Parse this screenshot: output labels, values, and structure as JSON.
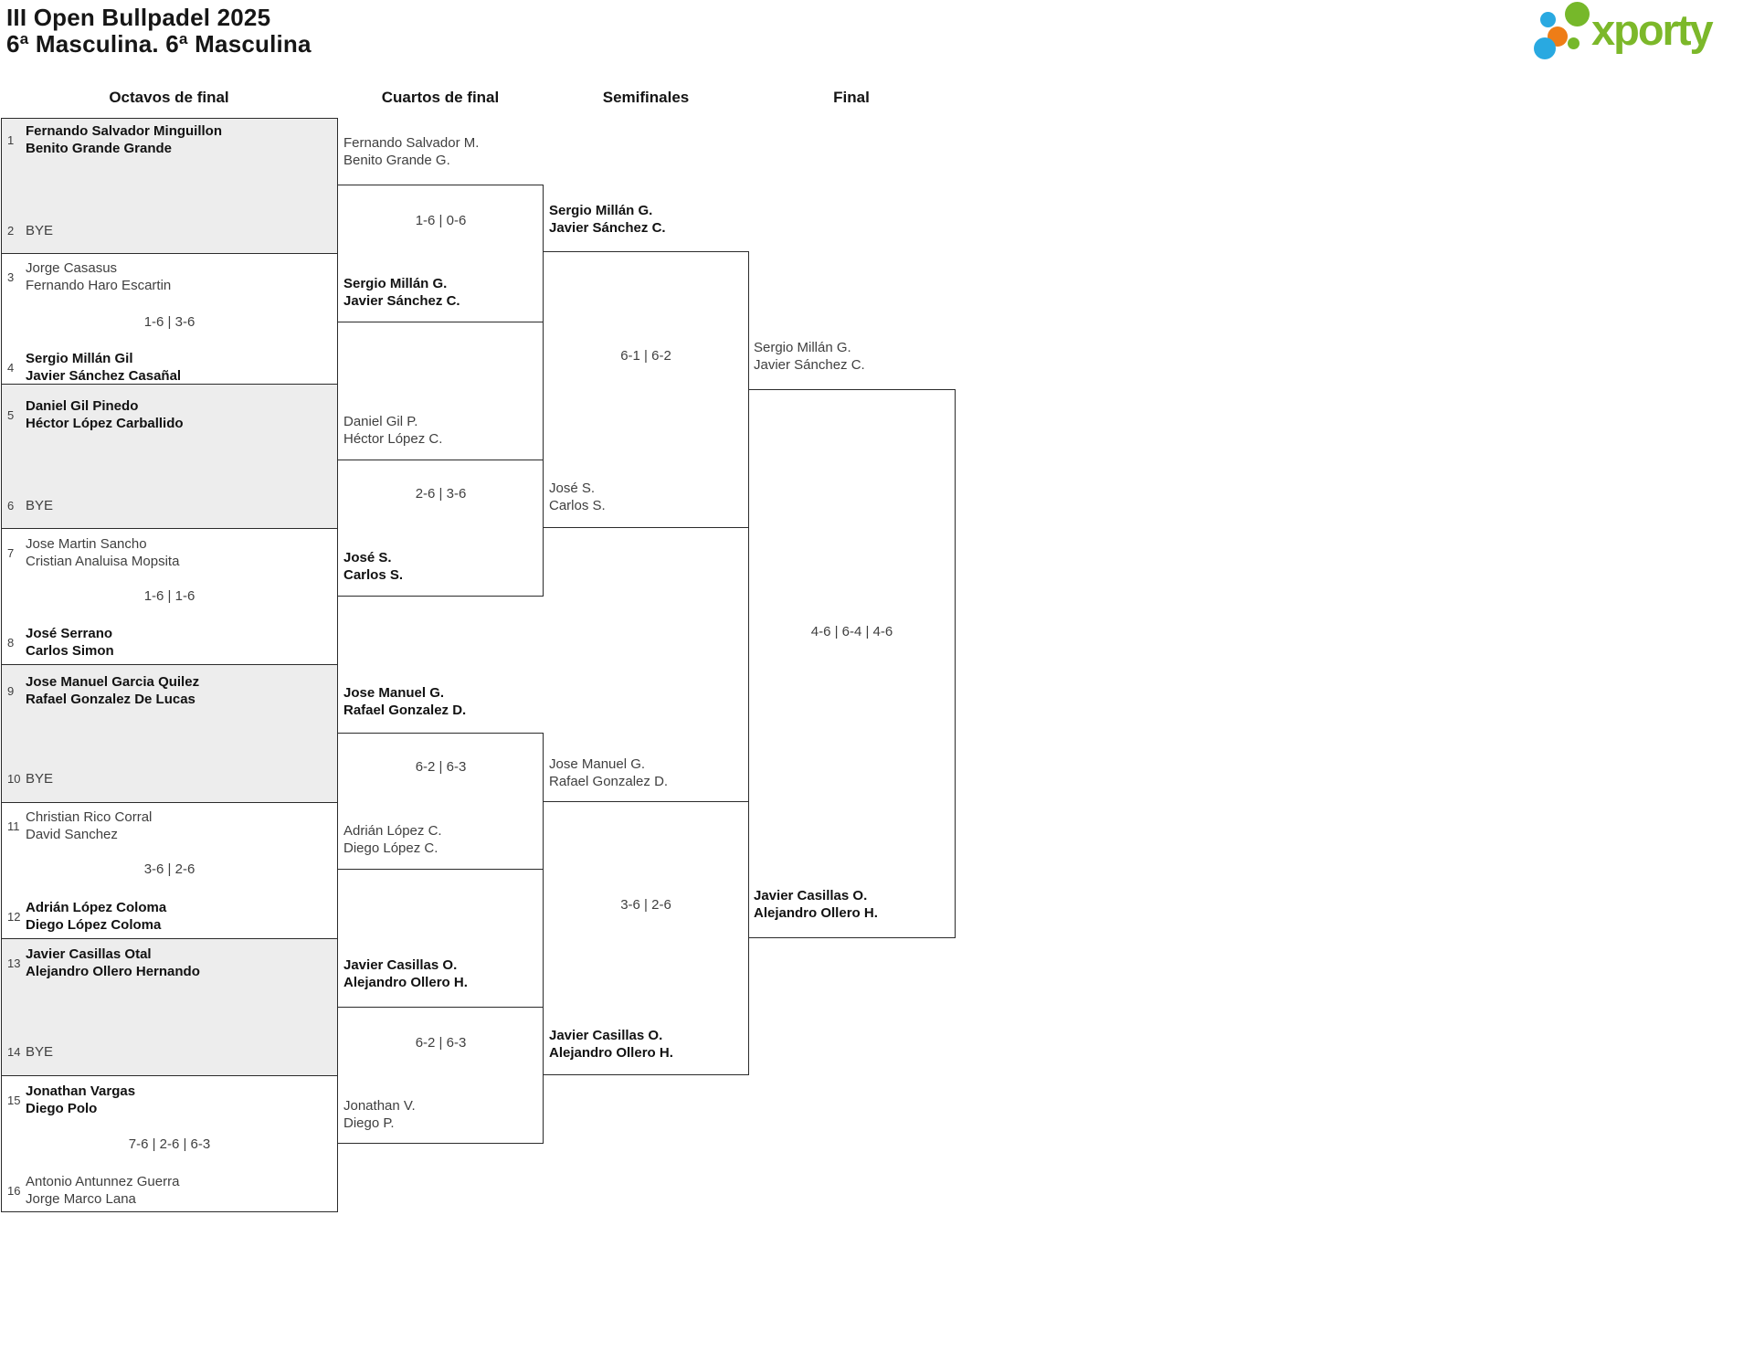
{
  "header": {
    "title": "III Open Bullpadel 2025",
    "subtitle": "6ª Masculina. 6ª Masculina"
  },
  "logo": {
    "text": "xporty",
    "green": "#76b82a",
    "blue": "#29a9e1",
    "orange": "#ee7d17"
  },
  "columns": [
    "Octavos de final",
    "Cuartos de final",
    "Semifinales",
    "Final"
  ],
  "octavos": {
    "slots": [
      {
        "n": "1",
        "line1": "Fernando Salvador Minguillon",
        "line2": "Benito Grande Grande",
        "winner": true
      },
      {
        "n": "2",
        "line1": "BYE",
        "winner": false
      },
      {
        "n": "3",
        "line1": "Jorge Casasus",
        "line2": "Fernando Haro Escartin",
        "winner": false
      },
      {
        "n": "4",
        "line1": "Sergio Millán Gil",
        "line2": "Javier Sánchez Casañal",
        "winner": true
      },
      {
        "n": "5",
        "line1": "Daniel Gil Pinedo",
        "line2": "Héctor López Carballido",
        "winner": true
      },
      {
        "n": "6",
        "line1": "BYE",
        "winner": false
      },
      {
        "n": "7",
        "line1": "Jose Martin Sancho",
        "line2": "Cristian Analuisa Mopsita",
        "winner": false
      },
      {
        "n": "8",
        "line1": "José Serrano",
        "line2": "Carlos Simon",
        "winner": true
      },
      {
        "n": "9",
        "line1": "Jose Manuel Garcia Quilez",
        "line2": "Rafael Gonzalez De Lucas",
        "winner": true
      },
      {
        "n": "10",
        "line1": "BYE",
        "winner": false
      },
      {
        "n": "11",
        "line1": "Christian Rico Corral",
        "line2": "David Sanchez",
        "winner": false
      },
      {
        "n": "12",
        "line1": "Adrián López Coloma",
        "line2": "Diego López Coloma",
        "winner": true
      },
      {
        "n": "13",
        "line1": "Javier Casillas Otal",
        "line2": "Alejandro Ollero Hernando",
        "winner": true
      },
      {
        "n": "14",
        "line1": "BYE",
        "winner": false
      },
      {
        "n": "15",
        "line1": "Jonathan Vargas",
        "line2": "Diego Polo",
        "winner": true
      },
      {
        "n": "16",
        "line1": "Antonio Antunnez Guerra",
        "line2": "Jorge Marco Lana",
        "winner": false
      }
    ],
    "scores": [
      "1-6 | 3-6",
      "1-6 | 1-6",
      "3-6 | 2-6",
      "7-6 | 2-6 | 6-3"
    ]
  },
  "cuartos": [
    {
      "teamA": {
        "line1": "Fernando Salvador M.",
        "line2": "Benito Grande G.",
        "winner": false
      },
      "score": "1-6 | 0-6",
      "teamB": {
        "line1": "Sergio Millán G.",
        "line2": "Javier Sánchez C.",
        "winner": true
      }
    },
    {
      "teamA": {
        "line1": "Daniel Gil P.",
        "line2": "Héctor López C.",
        "winner": false
      },
      "score": "2-6 | 3-6",
      "teamB": {
        "line1": "José S.",
        "line2": "Carlos S.",
        "winner": true
      }
    },
    {
      "teamA": {
        "line1": "Jose Manuel G.",
        "line2": "Rafael Gonzalez D.",
        "winner": true
      },
      "score": "6-2 | 6-3",
      "teamB": {
        "line1": "Adrián López C.",
        "line2": "Diego López C.",
        "winner": false
      }
    },
    {
      "teamA": {
        "line1": "Javier Casillas O.",
        "line2": "Alejandro Ollero H.",
        "winner": true
      },
      "score": "6-2 | 6-3",
      "teamB": {
        "line1": "Jonathan V.",
        "line2": "Diego P.",
        "winner": false
      }
    }
  ],
  "semifinales": [
    {
      "teamA": {
        "line1": "Sergio Millán G.",
        "line2": "Javier Sánchez C.",
        "winner": true
      },
      "score": "6-1 | 6-2",
      "teamB": {
        "line1": "José S.",
        "line2": "Carlos S.",
        "winner": false
      }
    },
    {
      "teamA": {
        "line1": "Jose Manuel G.",
        "line2": "Rafael Gonzalez D.",
        "winner": false
      },
      "score": "3-6 | 2-6",
      "teamB": {
        "line1": "Javier Casillas O.",
        "line2": "Alejandro Ollero H.",
        "winner": true
      }
    }
  ],
  "final": {
    "teamA": {
      "line1": "Sergio Millán G.",
      "line2": "Javier Sánchez C.",
      "winner": false
    },
    "score": "4-6 | 6-4 | 4-6",
    "teamB": {
      "line1": "Javier Casillas O.",
      "line2": "Alejandro Ollero H.",
      "winner": true
    }
  }
}
